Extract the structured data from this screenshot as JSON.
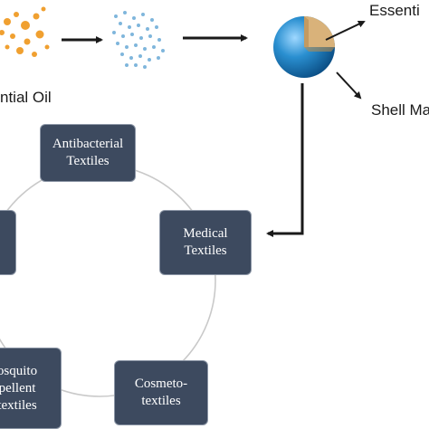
{
  "labels": {
    "essential_oil": "ntial Oil",
    "essential_top": "Essenti",
    "shell_material": "Shell Ma"
  },
  "boxes": {
    "antibacterial": "Antibacterial\nTextiles",
    "medical": "Medical\nTextiles",
    "cosmeto": "Cosmeto-\ntextiles",
    "mosquito": "osquito\npellent\ntextiles"
  },
  "colors": {
    "oil_orange": "#f0a030",
    "microdrop_blue": "#7fb6dc",
    "capsule_blue": "#2a8fd0",
    "core_tan": "#d9b27a",
    "box_fill": "#3d4a5f",
    "box_border": "#8c96a6",
    "arrow": "#1a1a1a",
    "cycle_line": "#c9c9c9"
  }
}
